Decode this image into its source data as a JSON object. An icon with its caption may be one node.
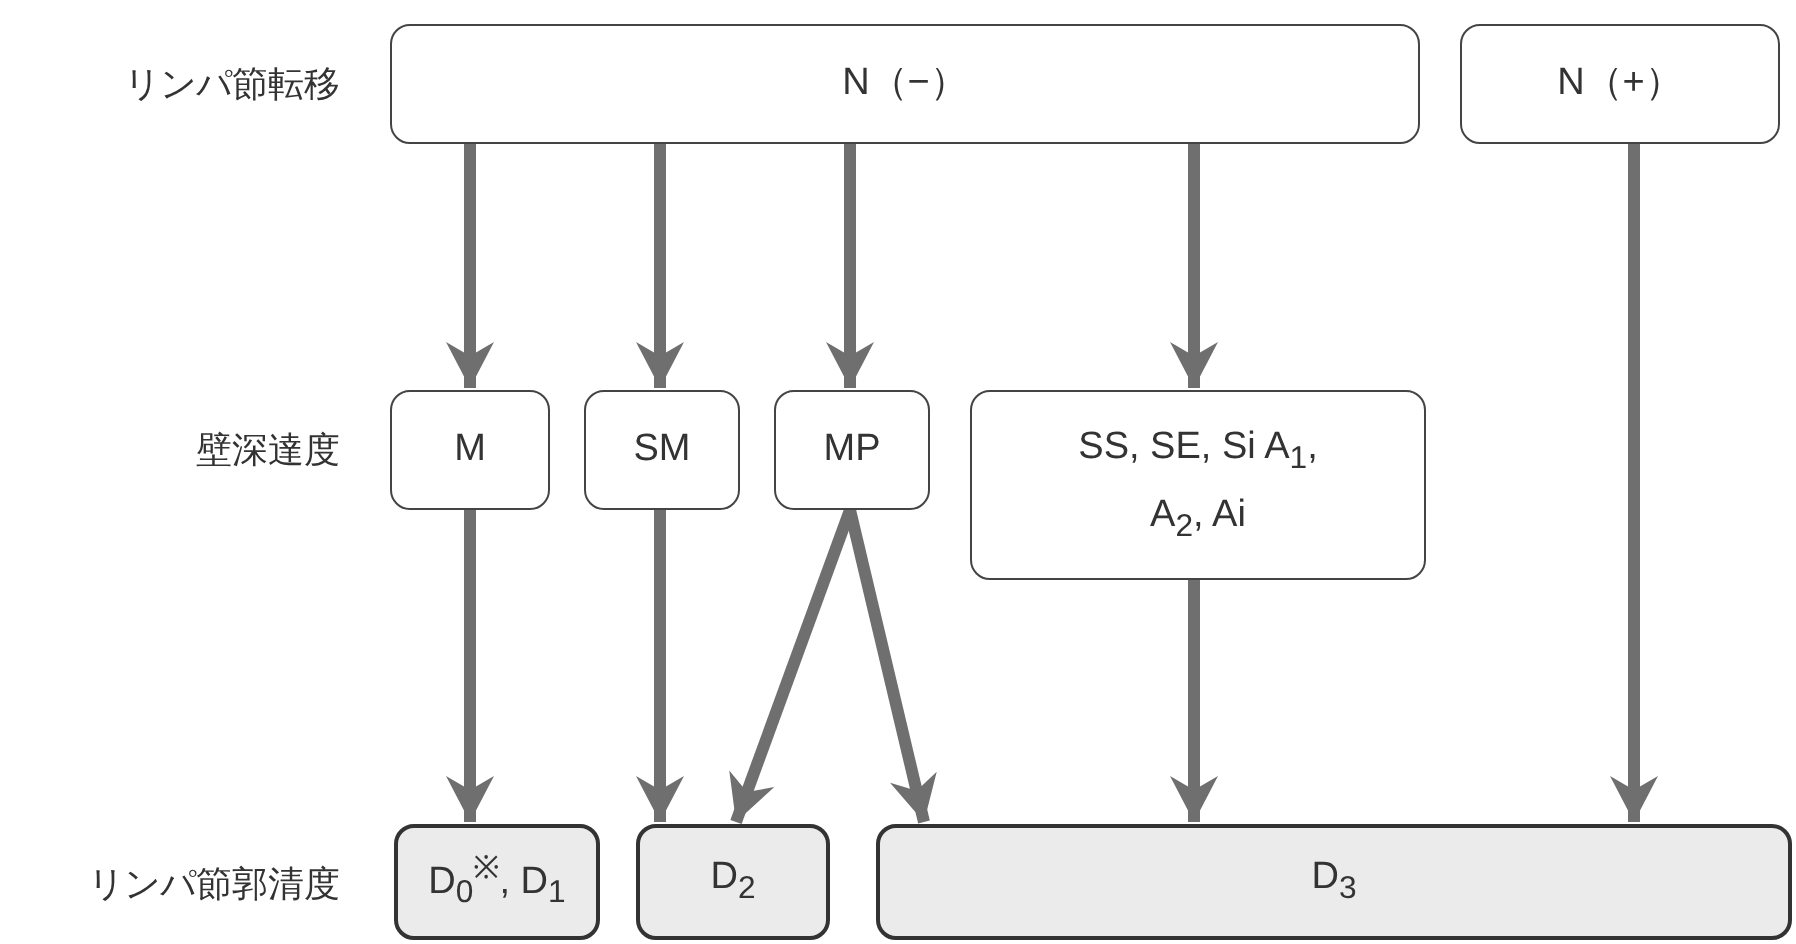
{
  "diagram": {
    "nodes": [
      {
        "text": [
          "N（−）"
        ]
      },
      {
        "text": [
          "N（+）"
        ]
      },
      {
        "text": [
          "M"
        ]
      },
      {
        "text": [
          "SM"
        ]
      },
      {
        "text": [
          "MP"
        ]
      },
      {
        "text": [
          "SS, SE, Si A$_{1}$, A$_{2}$, Ai"
        ]
      },
      {
        "text": [
          "D$_{0}$$^{※}$, D$_{1}$"
        ]
      },
      {
        "text": [
          "D$_{2}$"
        ]
      },
      {
        "text": [
          "D$_{3}$"
        ]
      }
    ],
    "edges": [
      {
        "from": 0,
        "to": 2,
        "arrow": "to"
      },
      {
        "from": 0,
        "to": 3,
        "arrow": "to"
      },
      {
        "from": 0,
        "to": 4,
        "arrow": "to"
      },
      {
        "from": 0,
        "to": 5,
        "arrow": "to"
      },
      {
        "from": 1,
        "to": 8,
        "arrow": "to"
      },
      {
        "from": 2,
        "to": 6,
        "arrow": "to"
      },
      {
        "from": 3,
        "to": 7,
        "arrow": "to"
      },
      {
        "from": 4,
        "to": 7,
        "arrow": "to"
      },
      {
        "from": 4,
        "to": 8,
        "arrow": "to"
      },
      {
        "from": 5,
        "to": 8,
        "arrow": "to"
      }
    ],
    "labels": [
      "リンパ節転移",
      "壁深達度",
      "リンパ節郭清度"
    ]
  }
}
